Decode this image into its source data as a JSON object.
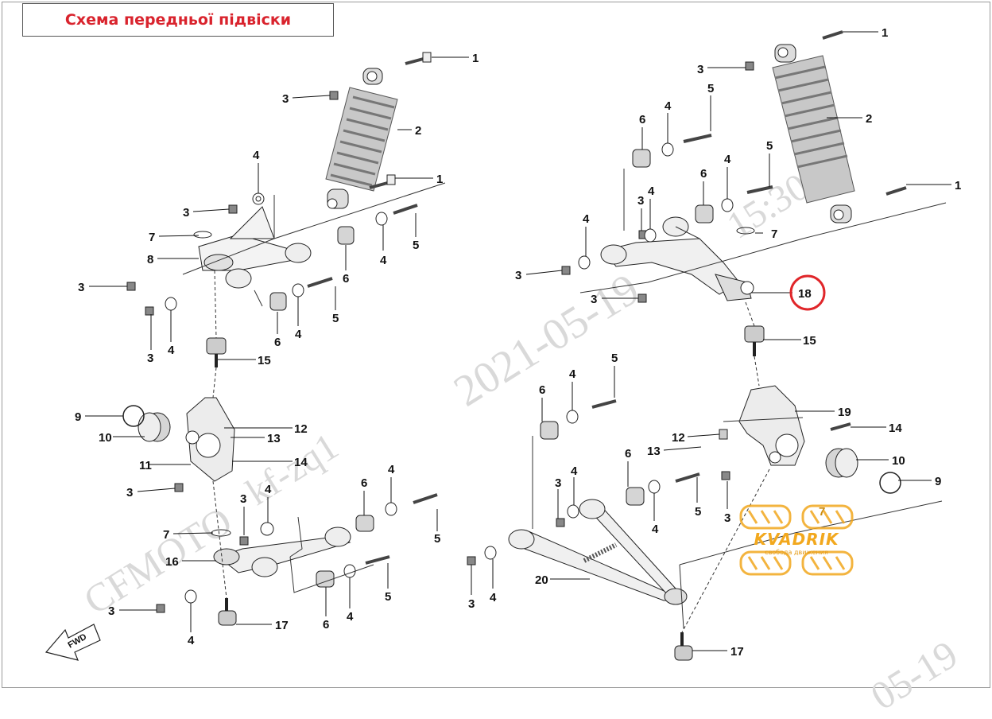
{
  "title": "Схема передньої підвіски",
  "watermarks": {
    "date": "2021-05-19",
    "code": "kf-zq1",
    "brand": "CFMOTO",
    "time": "15:30:48",
    "corner": "05-19"
  },
  "fwd_label": "FWD",
  "logo": {
    "brand": "KVADRIK",
    "tagline": "свобода движения"
  },
  "highlight_color": "#e0262a",
  "title_color": "#d9232d",
  "labels": {
    "l1a": "1",
    "l1b": "1",
    "l1c": "1",
    "l1d": "1",
    "l2a": "2",
    "l2b": "2",
    "l3a": "3",
    "l3b": "3",
    "l3c": "3",
    "l3d": "3",
    "l3e": "3",
    "l3f": "3",
    "l3g": "3",
    "l3h": "3",
    "l3i": "3",
    "l3j": "3",
    "l3k": "3",
    "l3l": "3",
    "l3m": "3",
    "l3n": "3",
    "l4a": "4",
    "l4b": "4",
    "l4c": "4",
    "l4d": "4",
    "l4e": "4",
    "l4f": "4",
    "l4g": "4",
    "l4h": "4",
    "l4i": "4",
    "l4j": "4",
    "l4k": "4",
    "l4l": "4",
    "l4m": "4",
    "l4n": "4",
    "l5a": "5",
    "l5b": "5",
    "l5c": "5",
    "l5d": "5",
    "l5e": "5",
    "l5f": "5",
    "l5g": "5",
    "l5h": "5",
    "l6a": "6",
    "l6b": "6",
    "l6c": "6",
    "l6d": "6",
    "l6e": "6",
    "l6f": "6",
    "l6g": "6",
    "l6h": "6",
    "l7a": "7",
    "l7b": "7",
    "l7c": "7",
    "l7d": "7",
    "l8": "8",
    "l9a": "9",
    "l9b": "9",
    "l10a": "10",
    "l10b": "10",
    "l11": "11",
    "l12a": "12",
    "l12b": "12",
    "l13a": "13",
    "l13b": "13",
    "l14a": "14",
    "l14b": "14",
    "l15a": "15",
    "l15b": "15",
    "l16": "16",
    "l17a": "17",
    "l17b": "17",
    "l18": "18",
    "l19": "19",
    "l20": "20"
  }
}
